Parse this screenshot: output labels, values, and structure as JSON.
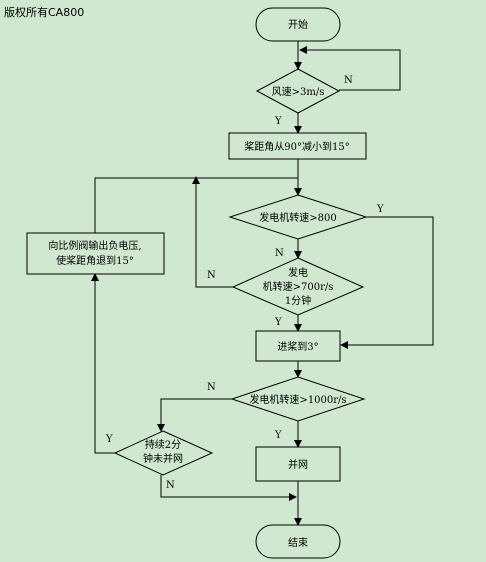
{
  "watermark": "版权所有CA800",
  "nodes": {
    "start": "开始",
    "wind_check": "风速>3m/s",
    "pitch_reduce": "桨距角从90°减小到15°",
    "speed_check_800": "发电机转速>800",
    "speed_check_700_line1": "发电",
    "speed_check_700_line2": "机转速>700r/s",
    "speed_check_700_line3": "1分钟",
    "pitch_to_3": "进桨到3°",
    "speed_check_1000": "发电机转速>1000r/s",
    "grid_connect": "并网",
    "sustain_check_line1": "持续2分",
    "sustain_check_line2": "钟未并网",
    "reverse_voltage_line1": "向比例阀输出负电压,",
    "reverse_voltage_line2": "使桨距角退到15°",
    "end": "结束"
  },
  "edge_labels": {
    "wind_no": "N",
    "wind_yes": "Y",
    "s800_yes": "Y",
    "s800_no": "N",
    "s700_no": "N",
    "s700_yes": "Y",
    "s1000_no": "N",
    "s1000_yes": "Y",
    "sustain_yes": "Y",
    "sustain_no": "N"
  }
}
